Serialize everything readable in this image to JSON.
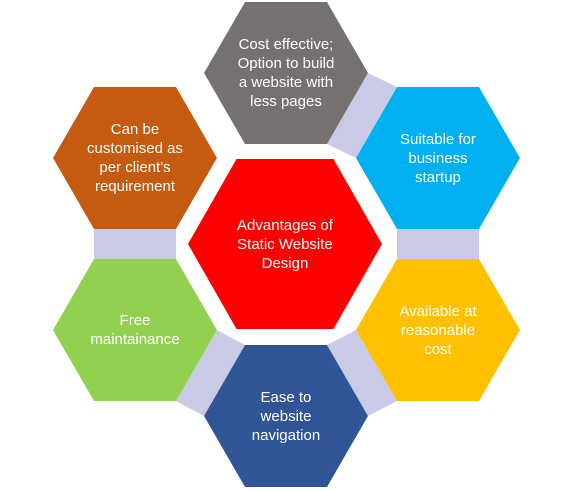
{
  "diagram": {
    "center": {
      "label": "Advantages of\nStatic Website\nDesign",
      "color": "#ff0000"
    },
    "items": [
      {
        "label": "Cost effective;\nOption to build\na website with\nless pages",
        "color": "#767171"
      },
      {
        "label": "Suitable for\nbusiness\nstartup",
        "color": "#00b0f0"
      },
      {
        "label": "Available at\nreasonable\ncost",
        "color": "#ffc000"
      },
      {
        "label": "Ease to\nwebsite\nnavigation",
        "color": "#2f5597"
      },
      {
        "label": "Free\nmaintainance",
        "color": "#92d050"
      },
      {
        "label": "Can be\ncustomised as\nper client's\nrequirement",
        "color": "#c55a11"
      }
    ],
    "connector_color": "#c9cbe6"
  }
}
